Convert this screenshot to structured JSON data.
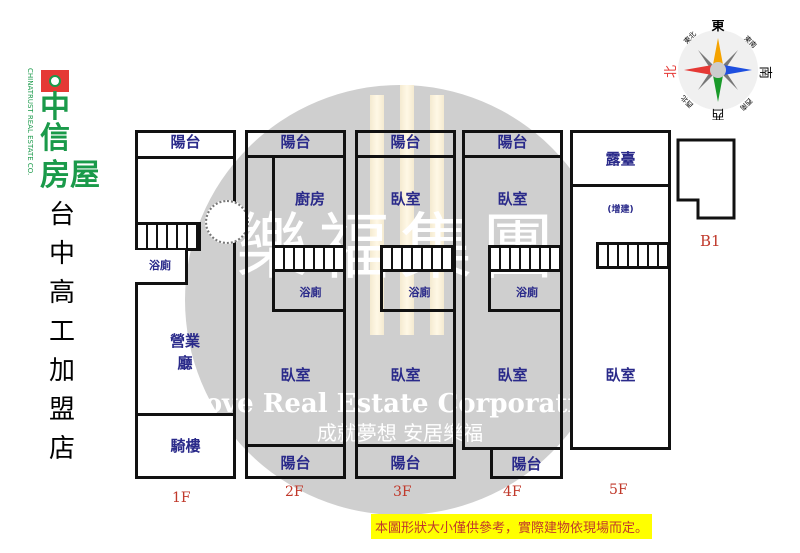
{
  "logo": {
    "brand_cn": "中信房屋",
    "brand_en": "CHINATRUST REAL ESTATE CO.",
    "color": "#1a9a4a"
  },
  "store_name": [
    "台",
    "中",
    "高",
    "工",
    "加",
    "盟",
    "店"
  ],
  "watermark": {
    "title": "樂福集團",
    "english": "Love Real Estate Corporation",
    "slogan": "成就夢想 安居樂福"
  },
  "compass": {
    "n": "東",
    "e": "南",
    "s": "西",
    "w": "北",
    "ne": "東南",
    "nw": "東北",
    "se": "西南",
    "sw": "西北"
  },
  "floors": {
    "f1": {
      "label": "1F",
      "rooms": [
        "陽台",
        "浴廁",
        "營業\n廳",
        "騎樓"
      ]
    },
    "f2": {
      "label": "2F",
      "rooms": [
        "陽台",
        "廚房",
        "浴廁",
        "臥室",
        "陽台"
      ]
    },
    "f3": {
      "label": "3F",
      "rooms": [
        "陽台",
        "臥室",
        "浴廁",
        "臥室",
        "陽台"
      ]
    },
    "f4": {
      "label": "4F",
      "rooms": [
        "陽台",
        "臥室",
        "浴廁",
        "臥室",
        "陽台"
      ]
    },
    "f5": {
      "label": "5F",
      "rooms": [
        "露臺",
        "(增建)",
        "臥室"
      ]
    },
    "b1": {
      "label": "B1"
    }
  },
  "note": "本圖形狀大小僅供參考，實際建物依現場而定。"
}
